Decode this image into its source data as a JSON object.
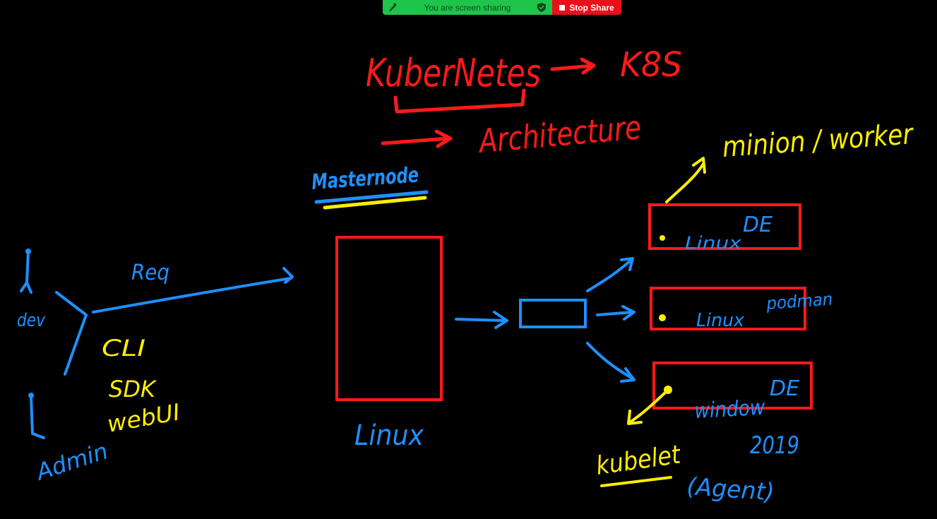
{
  "share_bar": {
    "status_text": "You are screen sharing",
    "stop_label": "Stop Share",
    "status_color": "#1fc44a",
    "stop_color": "#e8101a",
    "left_icon": "annotate-icon",
    "right_icon": "shield-check-icon"
  },
  "colors": {
    "red": "#ff1a1a",
    "blue": "#1e90ff",
    "yellow": "#ffee00",
    "background": "#000000"
  },
  "whiteboard": {
    "title": "KuberNetes",
    "abbrev": "K8S",
    "subtitle": "Architecture",
    "master_label": "Masternode",
    "worker_label": "minion / worker",
    "master_os": "Linux",
    "dev_label": "dev",
    "req_label": "Req",
    "admin_label": "Admin",
    "cli_label": "CLI",
    "sdk_label": "SDK",
    "webui_label": "webUI",
    "node1_suffix": "DE",
    "node1_os": "Linux",
    "node2_os": "Linux",
    "node2_extra": "podman",
    "node3_suffix": "DE",
    "node3_os": "window",
    "node3_version": "2019",
    "kubelet_label": "kubelet",
    "agent_label": "(Agent)"
  }
}
